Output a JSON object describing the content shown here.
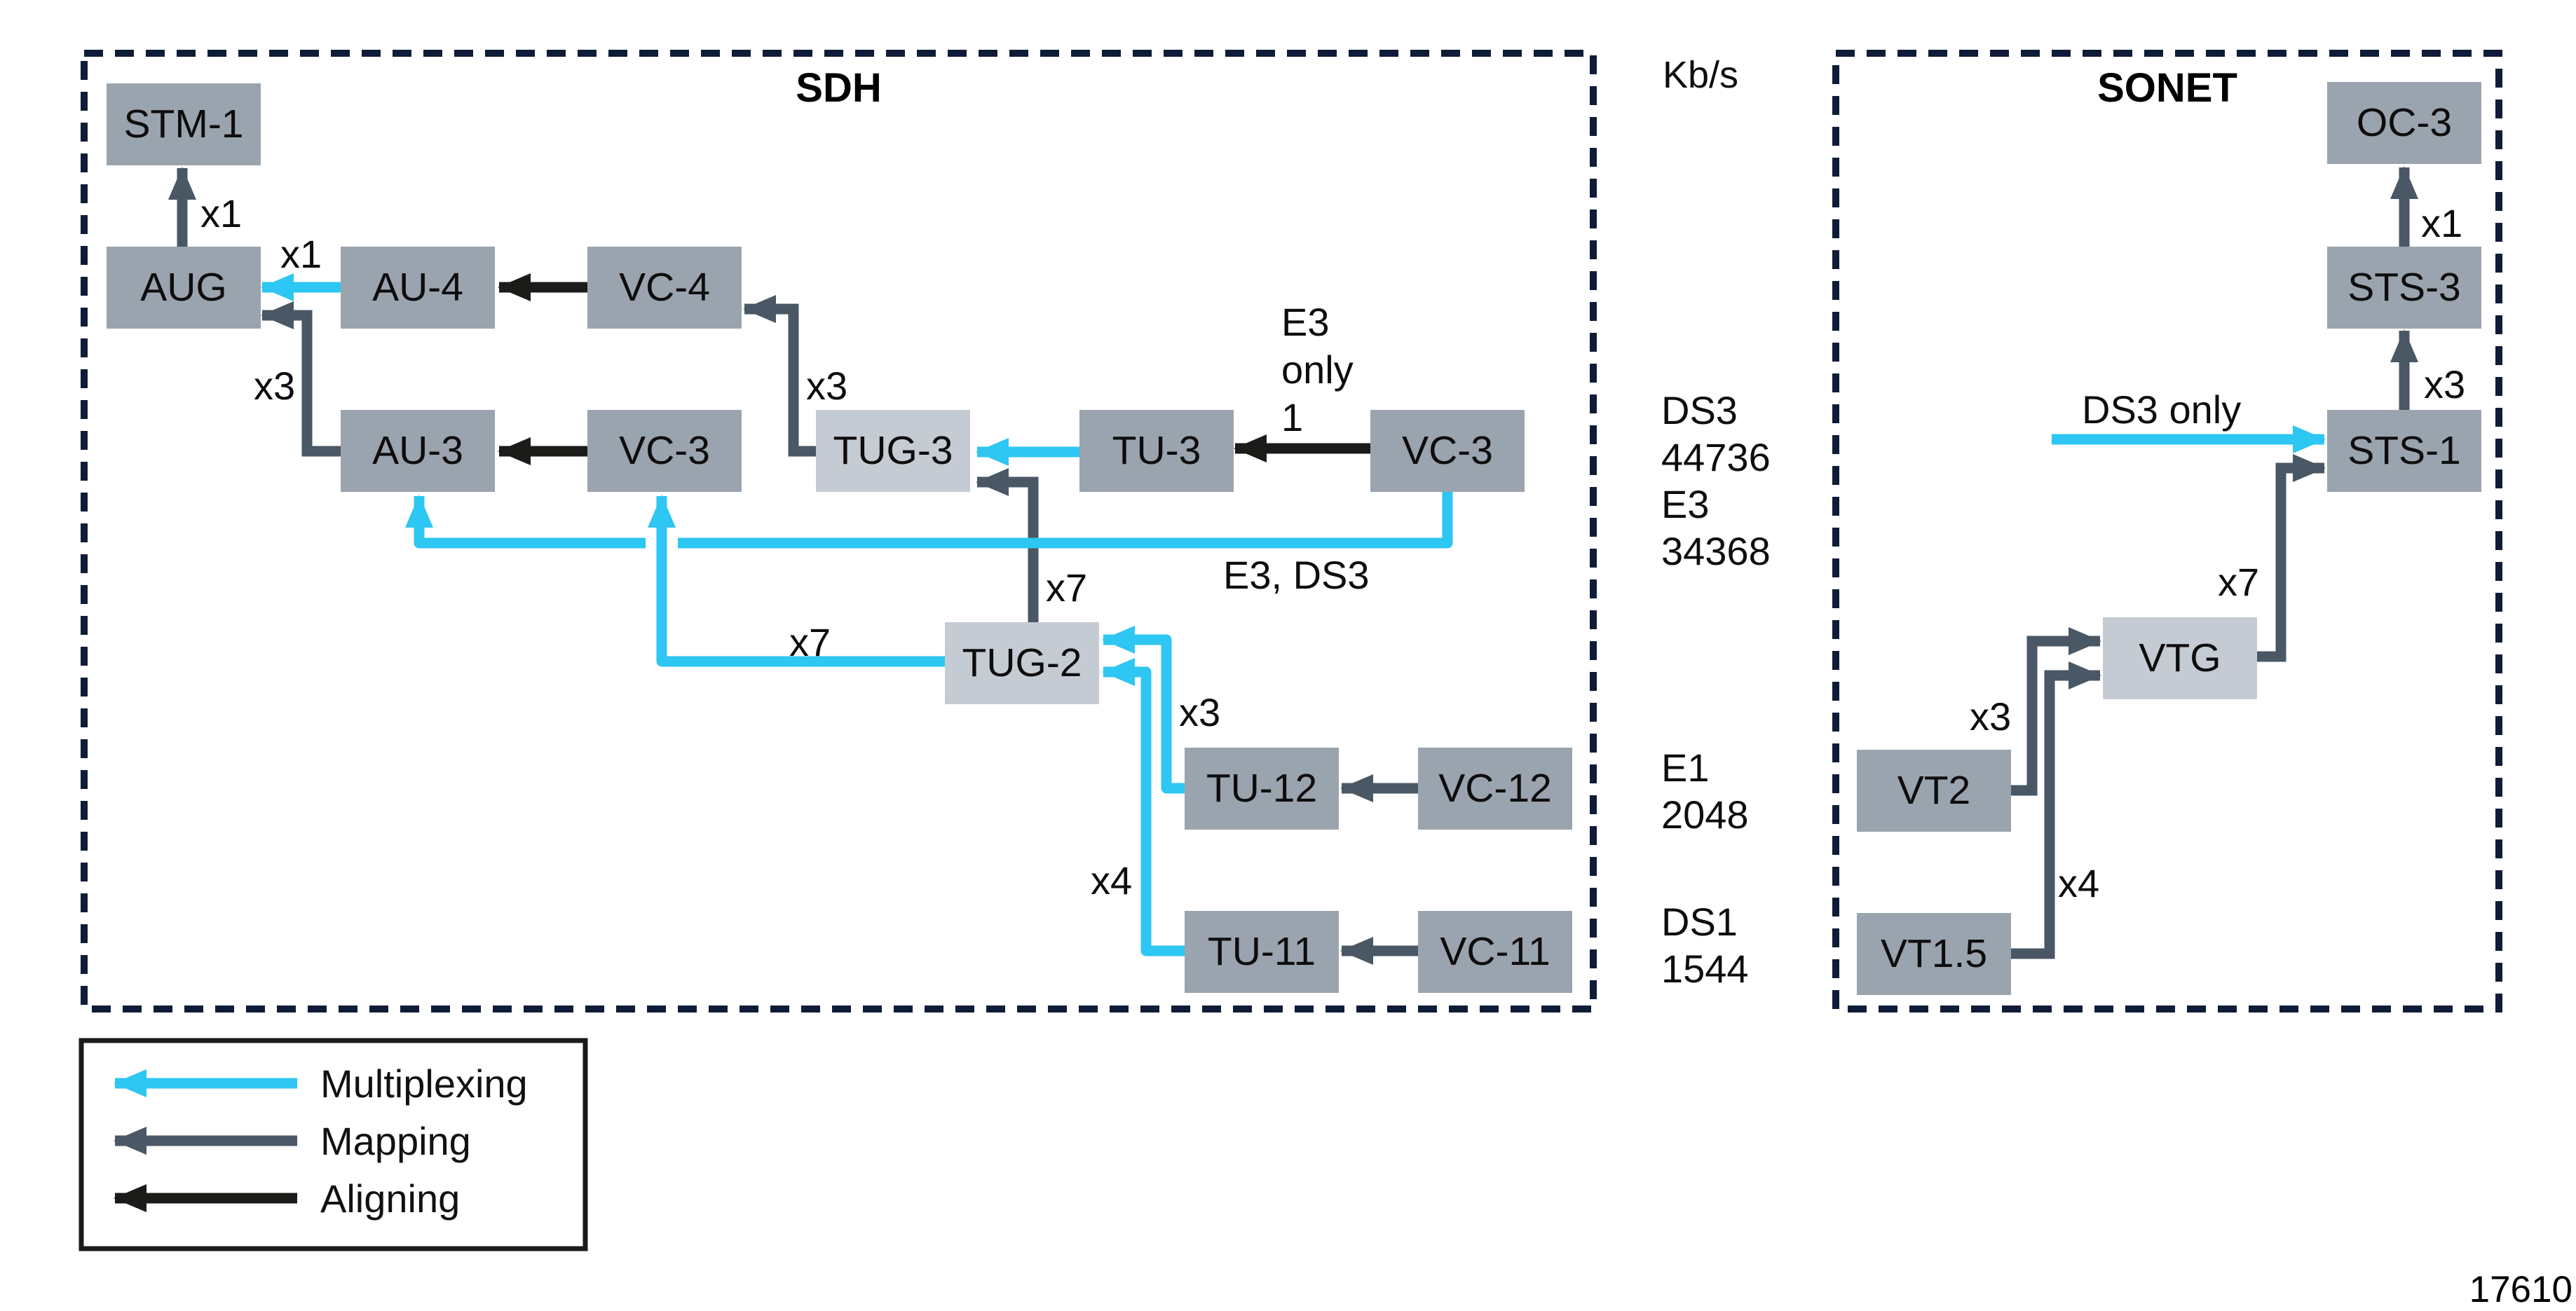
{
  "sdh": {
    "title": "SDH",
    "nodes": {
      "stm1": "STM-1",
      "aug": "AUG",
      "au4": "AU-4",
      "vc4": "VC-4",
      "au3": "AU-3",
      "vc3_left": "VC-3",
      "tug3": "TUG-3",
      "tu3": "TU-3",
      "vc3_right": "VC-3",
      "tug2": "TUG-2",
      "tu12": "TU-12",
      "vc12": "VC-12",
      "tu11": "TU-11",
      "vc11": "VC-11"
    },
    "multipliers": {
      "aug_to_stm1": "x1",
      "au4_to_aug": "x1",
      "au3_to_aug": "x3",
      "tug3_to_vc4": "x3",
      "tug2_to_tug3": "x7",
      "tug2_to_vc3": "x7",
      "tu12_to_tug2": "x3",
      "tu11_to_tug2": "x4"
    },
    "annotations": {
      "e3_only": "E3\nonly\n1",
      "e3_ds3": "E3, DS3"
    }
  },
  "rates": {
    "header": "Kb/s",
    "ds3_e3": "DS3\n44736\nE3\n34368",
    "e1": "E1\n2048",
    "ds1": "DS1\n1544"
  },
  "sonet": {
    "title": "SONET",
    "nodes": {
      "oc3": "OC-3",
      "sts3": "STS-3",
      "sts1": "STS-1",
      "vtg": "VTG",
      "vt2": "VT2",
      "vt15": "VT1.5"
    },
    "multipliers": {
      "sts3_to_oc3": "x1",
      "sts1_to_sts3": "x3",
      "vtg_to_sts1": "x7",
      "vt2_to_vtg": "x3",
      "vt15_to_vtg": "x4"
    },
    "annotations": {
      "ds3_only": "DS3 only"
    }
  },
  "legend": {
    "items": [
      {
        "label": "Multiplexing",
        "color": "#2ec6f2"
      },
      {
        "label": "Mapping",
        "color": "#4a5765"
      },
      {
        "label": "Aligning",
        "color": "#1b1b19"
      }
    ]
  },
  "figure_number": "17610",
  "colors": {
    "multiplexing_arrow": "#2ec6f2",
    "mapping_arrow": "#4a5765",
    "aligning_arrow": "#1b1b19",
    "node_fill": "#9aa4ae",
    "node_fill_light": "#c5cbd2",
    "frame_dash": "#0e1c38"
  }
}
